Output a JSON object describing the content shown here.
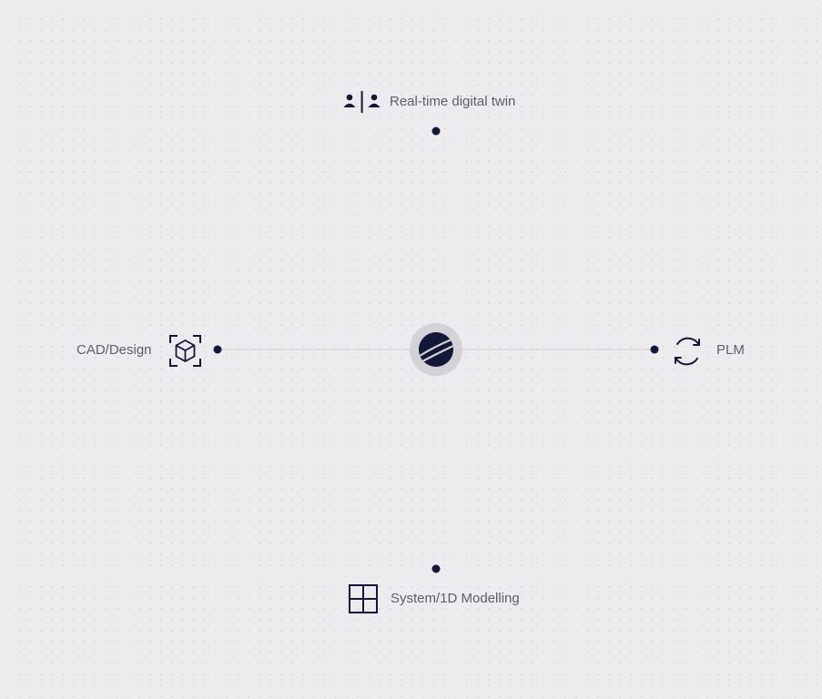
{
  "diagram": {
    "hub": {
      "icon": "sphere-logo-icon",
      "color": "#141838"
    },
    "nodes": [
      {
        "id": "top",
        "label": "Real-time digital twin",
        "icon": "twin-users-icon"
      },
      {
        "id": "left",
        "label": "CAD/Design",
        "icon": "cube-scan-icon"
      },
      {
        "id": "right",
        "label": "PLM",
        "icon": "cycle-arrows-icon"
      },
      {
        "id": "bottom",
        "label": "System/1D Modelling",
        "icon": "grid-squares-icon"
      }
    ],
    "colors": {
      "background": "#ecebee",
      "line": "#d9d8dc",
      "dot": "#141838",
      "label": "#5e5c68",
      "accent_top": "#f0906a",
      "accent_bottom_start": "#5577dd",
      "accent_bottom_end": "#6fd8ee"
    }
  }
}
